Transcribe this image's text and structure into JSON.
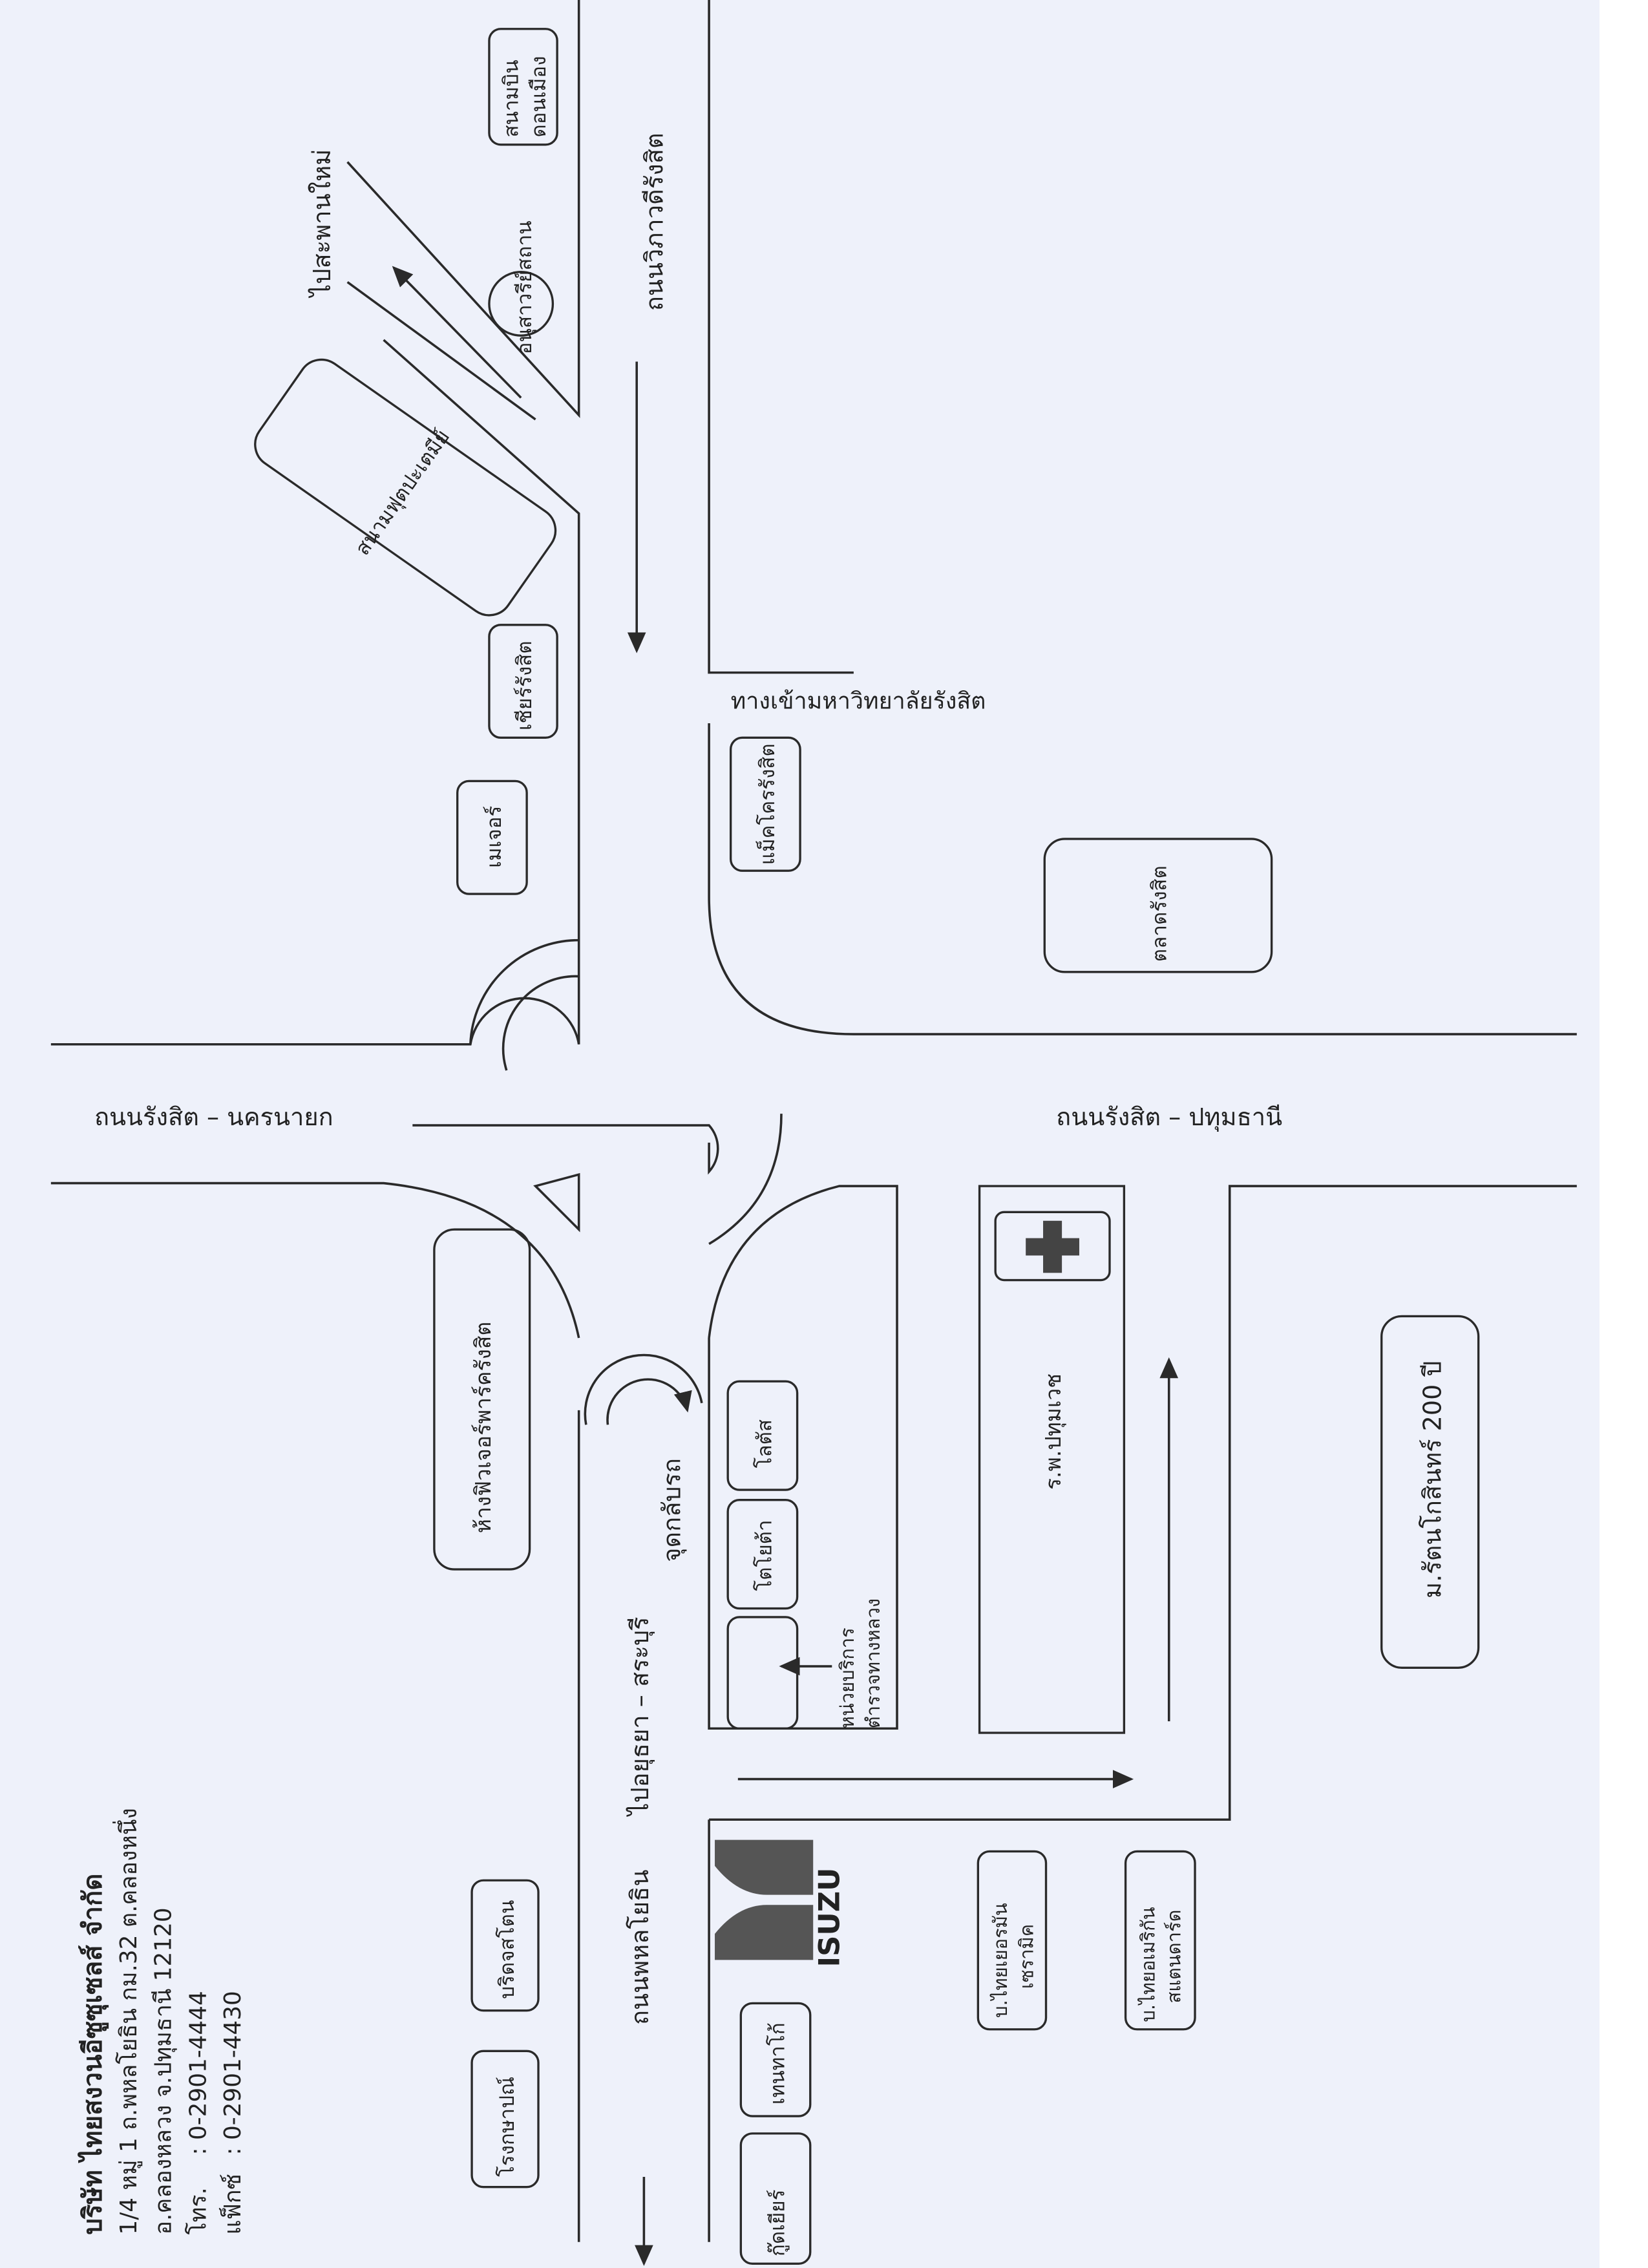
{
  "company": {
    "name": "บริษัท ไทยสงวนอีซูซุเซลส์ จำกัด",
    "address1": "1/4 หมู่ 1 ถ.พหลโยธิน กม.32 ต.คลองหนึ่ง",
    "address2": "อ.คลองหลวง จ.ปทุมธานี 12120",
    "phone_label": "โทร.",
    "phone": ": 0-2901-4444",
    "fax_label": "แฟ็กซ์",
    "fax": ": 0-2901-4430"
  },
  "roads": {
    "vibhavadi": "ถนนวิภาวดีรังสิต",
    "to_saphan_mai": "ไปสะพานใหม่",
    "university_entrance": "ทางเข้ามหาวิทยาลัยรังสิต",
    "rangsit_nakhonnayok": "ถนนรังสิต – นครนายก",
    "rangsit_pathumthani": "ถนนรังสิต – ปทุมธานี",
    "to_ayutthaya": "ไปอยุธยา – สระบุรี",
    "u_turn": "จุดกลับรถ",
    "phahonyothin": "ถนนพหลโยธิน"
  },
  "places": {
    "don_mueang_1": "สนามบิน",
    "don_mueang_2": "ดอนเมือง",
    "monument": "อนุสาวรีย์สถาน",
    "stadium": "สนามฟุตปะเตมีย์",
    "cheer_rangsit": "เชียร์รังสิต",
    "major": "เมเจอร์",
    "makro": "แม็คโครรังสิต",
    "talad_rangsit": "ตลาดรังสิต",
    "future_park": "ห้างฟิวเจอร์พาร์ครังสิต",
    "hospital": "ร.พ.ปทุมเวช",
    "university": "ม.รัตนโกสินทร์ 200 ปี",
    "lotus": "โลตัส",
    "toyota": "โตโยต้า",
    "police_1": "หน่วยบริการ",
    "police_2": "ตำรวจทางหลวง",
    "isuzu": "ISUZU",
    "tentaco": "เทนทาโก้",
    "goodyear": "กู๊ดเยียร์",
    "bridgestone": "บริดจสโตน",
    "mint": "โรงกษาปณ์",
    "thai_german_1": "บ.ไทยเยอรมัน",
    "thai_german_2": "เซรามิค",
    "thai_american_1": "บ.ไทยอเมริกัน",
    "thai_american_2": "สแตนดาร์ด"
  },
  "colors": {
    "paper": "#eef1fa",
    "ink": "#2a2a2a",
    "logo": "#555555"
  }
}
